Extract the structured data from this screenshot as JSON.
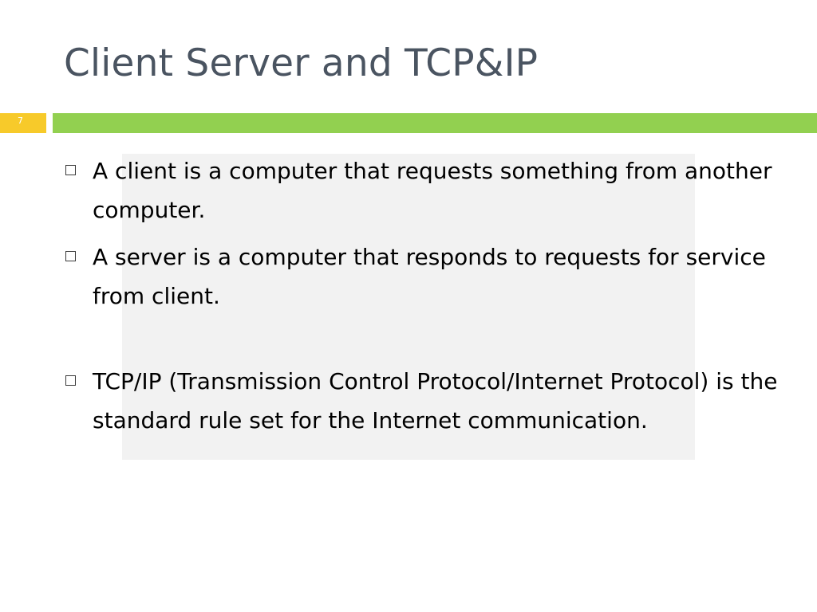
{
  "slide": {
    "title": "Client Server and TCP&IP",
    "number": "7",
    "bullets": [
      "A client is a computer that requests something from another computer.",
      "A server is a computer that responds to requests for service from client.",
      "TCP/IP (Transmission Control Protocol/Internet Protocol) is the standard rule set for the Internet communication."
    ],
    "bullet_icon": "square-outline-icon"
  },
  "colors": {
    "title_text": "#4a5461",
    "accent_bar": "#92d050",
    "slide_number_box": "#f7ca2a",
    "watermark_box": "#f2f2f2"
  }
}
